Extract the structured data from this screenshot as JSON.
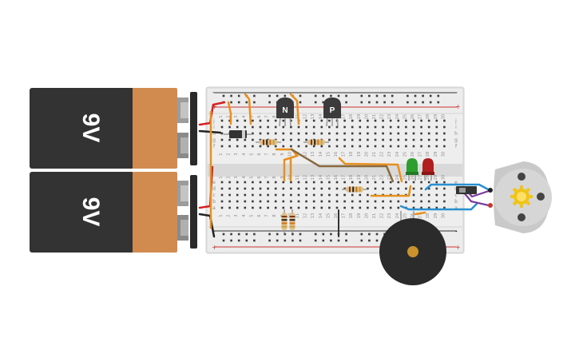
{
  "circuit": {
    "batteries": [
      {
        "label": "9V"
      },
      {
        "label": "9V"
      }
    ],
    "transistors": [
      {
        "label": "N"
      },
      {
        "label": "P"
      }
    ],
    "breadboard": {
      "columns": [
        "1",
        "2",
        "3",
        "4",
        "5",
        "6",
        "7",
        "8",
        "9",
        "10",
        "11",
        "12",
        "13",
        "14",
        "15",
        "16",
        "17",
        "18",
        "19",
        "20",
        "21",
        "22",
        "23",
        "24",
        "25",
        "26",
        "27",
        "28",
        "29",
        "30"
      ],
      "top_rows": [
        "j",
        "i",
        "h",
        "g",
        "f"
      ],
      "bottom_rows": [
        "e",
        "d",
        "c",
        "b",
        "a"
      ],
      "rail_plus": "+",
      "rail_minus": "-"
    },
    "leds": [
      {
        "color": "green",
        "hex": "#2e9e2e"
      },
      {
        "color": "red",
        "hex": "#b01e1e"
      }
    ],
    "components": [
      "resistor",
      "resistor",
      "resistor",
      "resistor",
      "resistor",
      "diode",
      "slide-switch",
      "dc-motor",
      "piezo-buzzer"
    ],
    "wire_colors": {
      "orange": "#e8901e",
      "red": "#d42020",
      "black": "#222222",
      "blue": "#2a8fd0",
      "purple": "#7a3a9a",
      "brown": "#8a6a40"
    }
  }
}
